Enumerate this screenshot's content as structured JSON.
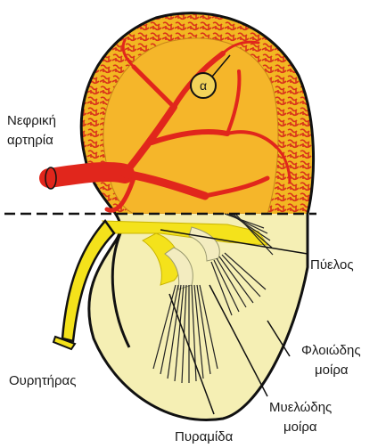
{
  "labels": {
    "renal_artery_line1": "Νεφρική",
    "renal_artery_line2": "αρτηρία",
    "pelvis": "Πύελος",
    "cortex_line1": "Φλοιώδης",
    "cortex_line2": "μοίρα",
    "ureter": "Ουρητήρας",
    "medulla_line1": "Μυελώδης",
    "medulla_line2": "μοίρα",
    "pyramid": "Πυραμίδα",
    "marker": "α"
  },
  "colors": {
    "artery": "#e1261c",
    "cortex": "#f2b722",
    "cortex_vessels": "#d9341a",
    "upper_inner": "#f5b62a",
    "lower_fill": "#f5efb4",
    "ureter": "#f4e21b",
    "outline": "#111111"
  }
}
